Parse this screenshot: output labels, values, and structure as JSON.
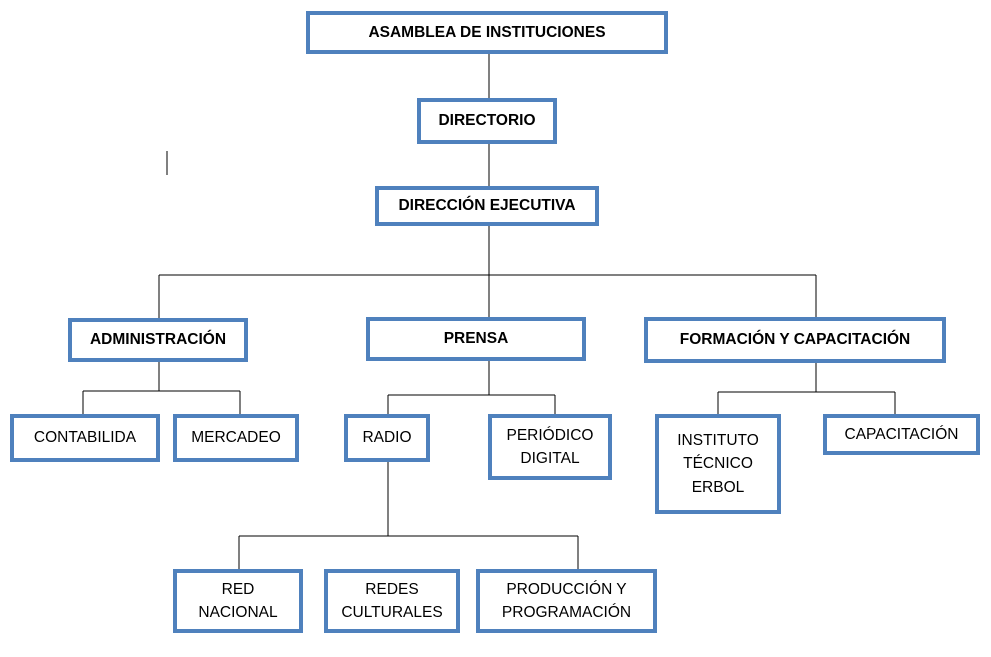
{
  "chart": {
    "asamblea": "ASAMBLEA DE INSTITUCIONES",
    "directorio": "DIRECTORIO",
    "direccion_ejecutiva": "DIRECCIÓN EJECUTIVA",
    "administracion": "ADMINISTRACIÓN",
    "prensa": "PRENSA",
    "formacion": "FORMACIÓN Y CAPACITACIÓN",
    "contabilidad": "CONTABILIDA",
    "mercadeo": "MERCADEO",
    "radio": "RADIO",
    "periodico_digital": [
      "PERIÓDICO",
      "DIGITAL"
    ],
    "instituto": [
      "INSTITUTO",
      "TÉCNICO",
      "ERBOL"
    ],
    "capacitacion": "CAPACITACIÓN",
    "red_nacional": [
      "RED",
      "NACIONAL"
    ],
    "redes_culturales": [
      "REDES",
      "CULTURALES"
    ],
    "produccion": [
      "PRODUCCIÓN Y",
      "PROGRAMACIÓN"
    ]
  },
  "colors": {
    "box_border": "#4f81bd",
    "connector": "#000000",
    "text": "#000000",
    "background": "#ffffff"
  }
}
